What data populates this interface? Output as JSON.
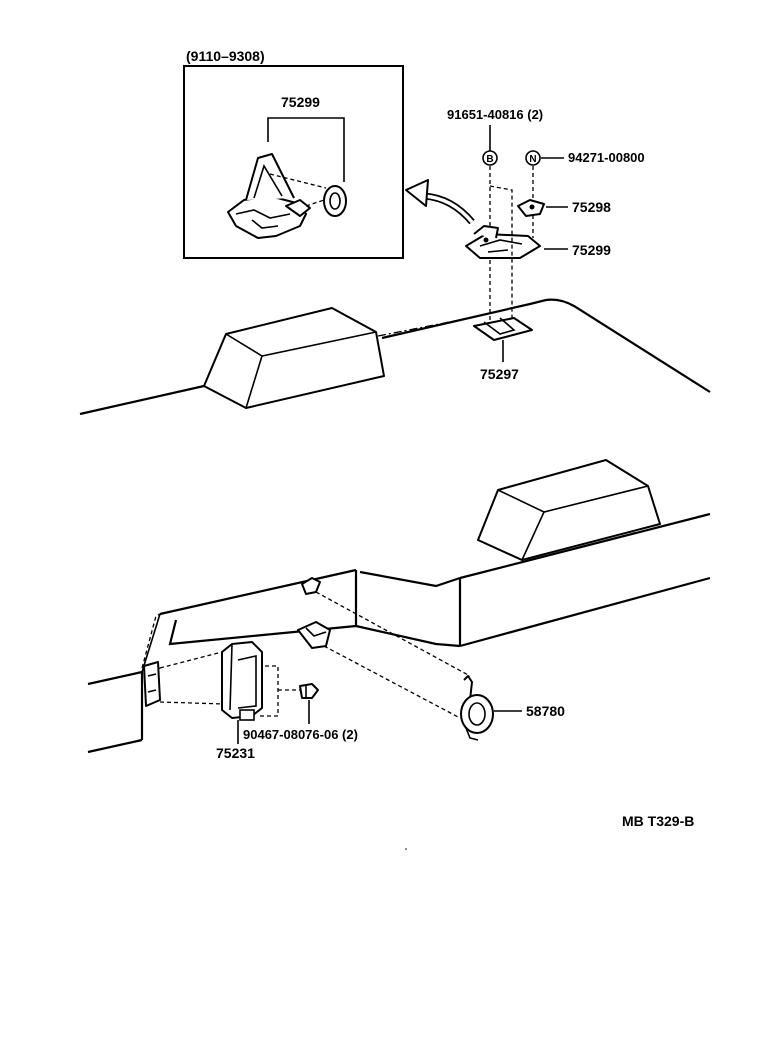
{
  "inset": {
    "range_label": "(9110–9308)",
    "part_label": "75299"
  },
  "upper_assembly": {
    "bolt_label": "91651-40816 (2)",
    "nut_label": "94271-00800",
    "bolt_marker": "B",
    "nut_marker": "N",
    "lower_bracket_label": "75298",
    "bracket_label": "75299",
    "pad_label": "75297"
  },
  "lower_assembly": {
    "holder_label": "75231",
    "screw_label": "90467-08076-06 (2)",
    "clip_label": "58780"
  },
  "footer": {
    "code": "MB T329-B"
  }
}
